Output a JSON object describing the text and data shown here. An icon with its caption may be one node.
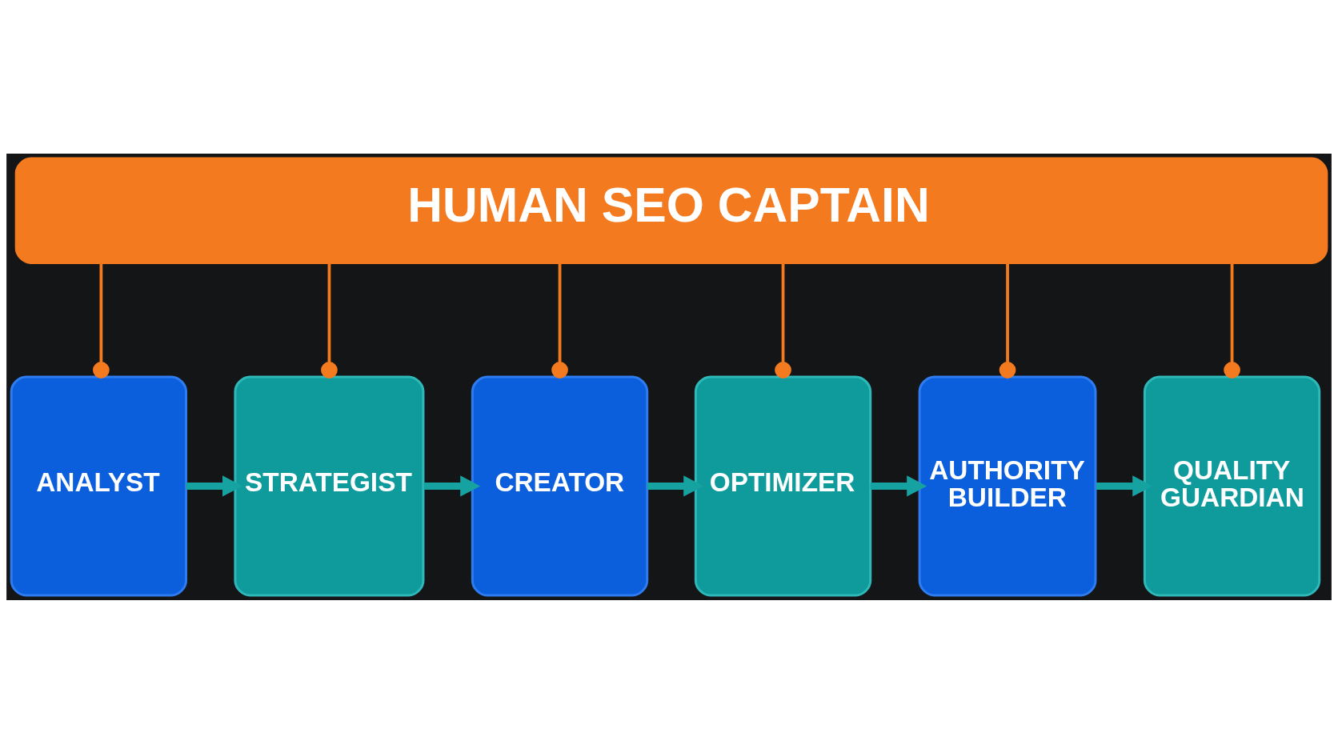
{
  "diagram": {
    "nodes": [
      {
        "text": [
          "HUMAN SEO CAPTAIN"
        ]
      },
      {
        "text": [
          "ANALYST"
        ]
      },
      {
        "text": [
          "STRATEGIST"
        ]
      },
      {
        "text": [
          "CREATOR"
        ]
      },
      {
        "text": [
          "OPTIMIZER"
        ]
      },
      {
        "text": [
          "AUTHORITY BUILDER"
        ]
      },
      {
        "text": [
          "QUALITY GUARDIAN"
        ]
      }
    ],
    "edges": [
      {
        "from": 0,
        "to": 1,
        "arrow": "other"
      },
      {
        "from": 0,
        "to": 2,
        "arrow": "other"
      },
      {
        "from": 0,
        "to": 3,
        "arrow": "other"
      },
      {
        "from": 0,
        "to": 4,
        "arrow": "other"
      },
      {
        "from": 0,
        "to": 5,
        "arrow": "other"
      },
      {
        "from": 0,
        "to": 6,
        "arrow": "other"
      },
      {
        "from": 1,
        "to": 2,
        "arrow": "to",
        "style": "thick",
        "color": "#17a2a2"
      },
      {
        "from": 2,
        "to": 3,
        "arrow": "to",
        "style": "thick",
        "color": "#17a2a2"
      },
      {
        "from": 3,
        "to": 4,
        "arrow": "to",
        "style": "thick",
        "color": "#17a2a2"
      },
      {
        "from": 4,
        "to": 5,
        "arrow": "to",
        "style": "thick",
        "color": "#17a2a2"
      },
      {
        "from": 5,
        "to": 6,
        "arrow": "to",
        "style": "thick",
        "color": "#17a2a2"
      }
    ]
  }
}
